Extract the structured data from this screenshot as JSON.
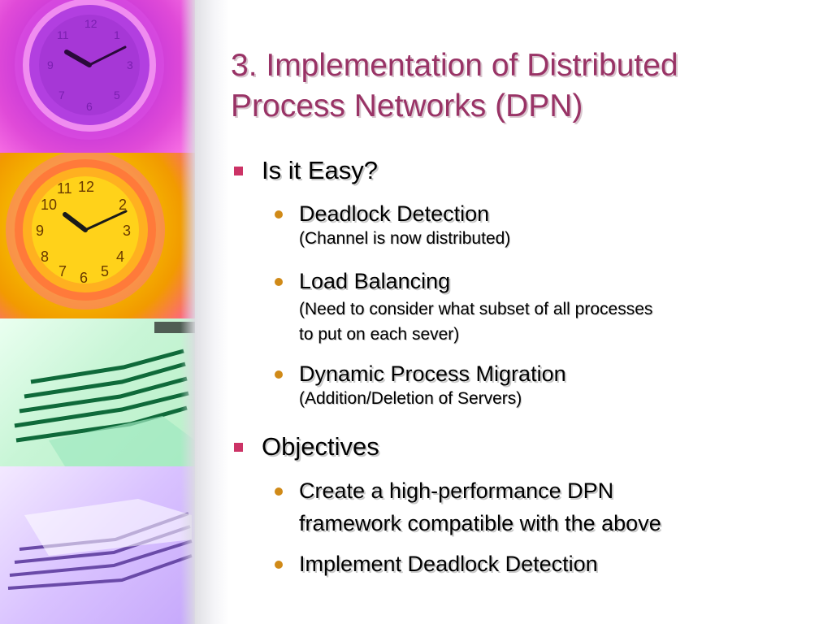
{
  "title": {
    "line1": "3. Implementation of  Distributed",
    "line2": "Process Networks (DPN)"
  },
  "bullets": [
    {
      "text": "Is it Easy?",
      "items": [
        {
          "text": "Deadlock Detection",
          "note": "(Channel is now distributed)"
        },
        {
          "text": "Load Balancing",
          "note": "(Need to consider what subset of all processes",
          "note2": "to put on each sever)"
        },
        {
          "text": "Dynamic Process Migration",
          "note": "(Addition/Deletion of Servers)"
        }
      ]
    },
    {
      "text": "Objectives",
      "items": [
        {
          "text": "Create a high-performance DPN",
          "text2": "framework compatible with the above"
        },
        {
          "text": "Implement Deadlock Detection"
        }
      ]
    }
  ],
  "colors": {
    "title": "#993366",
    "bullet_square": "#cc3366",
    "bullet_dot": "#d08a18"
  },
  "images": [
    "purple-clock",
    "yellow-clock",
    "green-papers",
    "purple-papers"
  ]
}
